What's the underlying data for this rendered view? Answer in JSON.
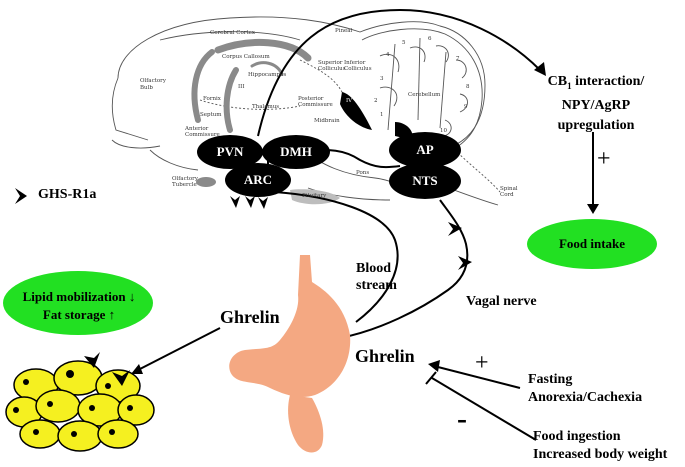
{
  "brain": {
    "nodes": {
      "pvn": "PVN",
      "dmh": "DMH",
      "arc": "ARC",
      "ap": "AP",
      "nts": "NTS"
    },
    "anatomy_labels": {
      "cerebral_cortex": "Cerebral Cortex",
      "corpus_callosum": "Corpus Callosum",
      "pineal": "Pineal",
      "hippocampus": "Hippocampus",
      "superior_colliculus": "Superior Colliculus",
      "inferior_colliculus": "Inferior Colliculus",
      "fornix": "Fornix",
      "septum": "Septum",
      "thalamus": "Thalamus",
      "posterior_commissure": "Posterior Commissure",
      "midbrain": "Midbrain",
      "cerebellum": "Cerebellum",
      "olfactory_bulb": "Olfactory Bulb",
      "anterior_commissure": "Anterior Commissure",
      "olfactory_tubercle": "Olfactory Tubercle",
      "pons": "Pons",
      "pituitary": "Pituitary",
      "spinal_cord": "Spinal Cord",
      "iv": "IV",
      "iii": "III"
    },
    "lobule_numbers": [
      "1",
      "2",
      "3",
      "4",
      "5",
      "6",
      "7",
      "8",
      "9",
      "10"
    ]
  },
  "legend": {
    "receptor": "GHS-R1a"
  },
  "pathway": {
    "cb1_line1": "CB",
    "cb1_sub": "1",
    "cb1_line1_rest": " interaction/",
    "cb1_line2": "NPY/AgRP",
    "cb1_line3": "upregulation",
    "plus_sign": "+",
    "food_intake": "Food intake",
    "blood_stream_1": "Blood",
    "blood_stream_2": "stream",
    "vagal_nerve": "Vagal nerve"
  },
  "periphery": {
    "lipid_line1": "Lipid mobilization ↓",
    "lipid_line2": "Fat storage ↑",
    "ghrelin_left": "Ghrelin",
    "ghrelin_right": "Ghrelin",
    "plus": "+",
    "minus": "-",
    "fasting_1": "Fasting",
    "fasting_2": "Anorexia/Cachexia",
    "food_ingestion_1": "Food ingestion",
    "food_ingestion_2": "Increased body weight"
  },
  "colors": {
    "oval_green": "#22e022",
    "stomach": "#f4a882",
    "fat_cell": "#f5f020",
    "node": "#000000",
    "brain_gray": "#8a8a8a"
  }
}
